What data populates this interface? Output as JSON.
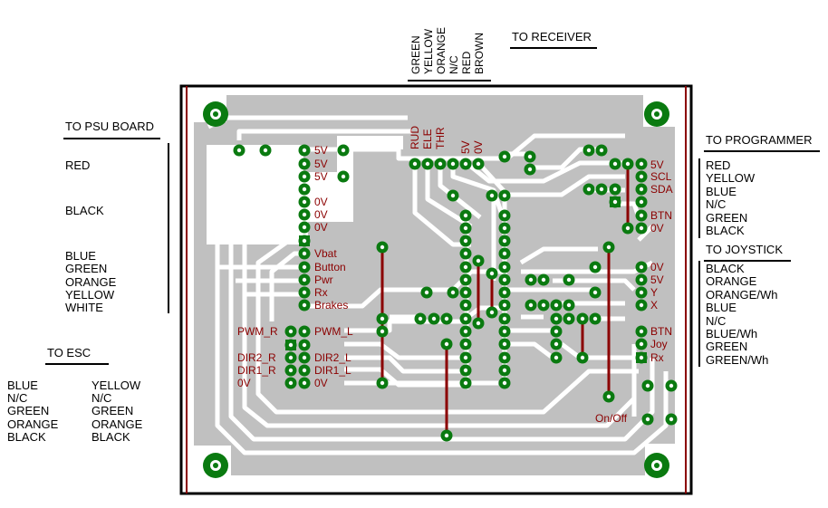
{
  "headers": {
    "to_receiver": "TO RECEIVER",
    "to_psu_board": "TO PSU BOARD",
    "to_programmer": "TO PROGRAMMER",
    "to_joystick": "TO JOYSTICK",
    "to_esc": "TO ESC"
  },
  "receiver_wires": [
    "GREEN",
    "YELLOW",
    "ORANGE",
    "N/C",
    "RED",
    "BROWN"
  ],
  "psu_wires": [
    "RED",
    "BLACK",
    "BLUE",
    "GREEN",
    "ORANGE",
    "YELLOW",
    "WHITE"
  ],
  "programmer_wires": [
    "RED",
    "YELLOW",
    "BLUE",
    "N/C",
    "GREEN",
    "BLACK"
  ],
  "joystick_wires": [
    "BLACK",
    "ORANGE",
    "ORANGE/Wh",
    "BLUE",
    "N/C",
    "BLUE/Wh",
    "GREEN",
    "GREEN/Wh"
  ],
  "esc_left_wires": [
    "BLUE",
    "N/C",
    "GREEN",
    "ORANGE",
    "BLACK"
  ],
  "esc_right_wires": [
    "YELLOW",
    "N/C",
    "GREEN",
    "ORANGE",
    "BLACK"
  ],
  "board": {
    "power_pins": [
      "5V",
      "5V",
      "5V",
      "0V",
      "0V",
      "0V"
    ],
    "psu_pins": [
      "Vbat",
      "Button",
      "Pwr",
      "Rx",
      "Brakes"
    ],
    "receiver_pins": [
      "RUD",
      "ELE",
      "THR",
      "5V",
      "0V"
    ],
    "programmer_pins": [
      "5V",
      "SCL",
      "SDA",
      "BTN",
      "0V"
    ],
    "joystick_pins": [
      "0V",
      "5V",
      "Y",
      "X",
      "BTN",
      "Joy",
      "Rx"
    ],
    "esc_left_pins": [
      "PWM_R",
      "DIR2_R",
      "DIR1_R",
      "0V"
    ],
    "esc_right_pins": [
      "PWM_L",
      "DIR2_L",
      "DIR1_L",
      "0V"
    ],
    "switch_label": "On/Off"
  },
  "colors": {
    "board_fill": "#c0c0c0",
    "trace": "#ffffff",
    "pad": "#0a7a10",
    "silk_text": "#8b0000",
    "jumper": "#8b0000"
  }
}
